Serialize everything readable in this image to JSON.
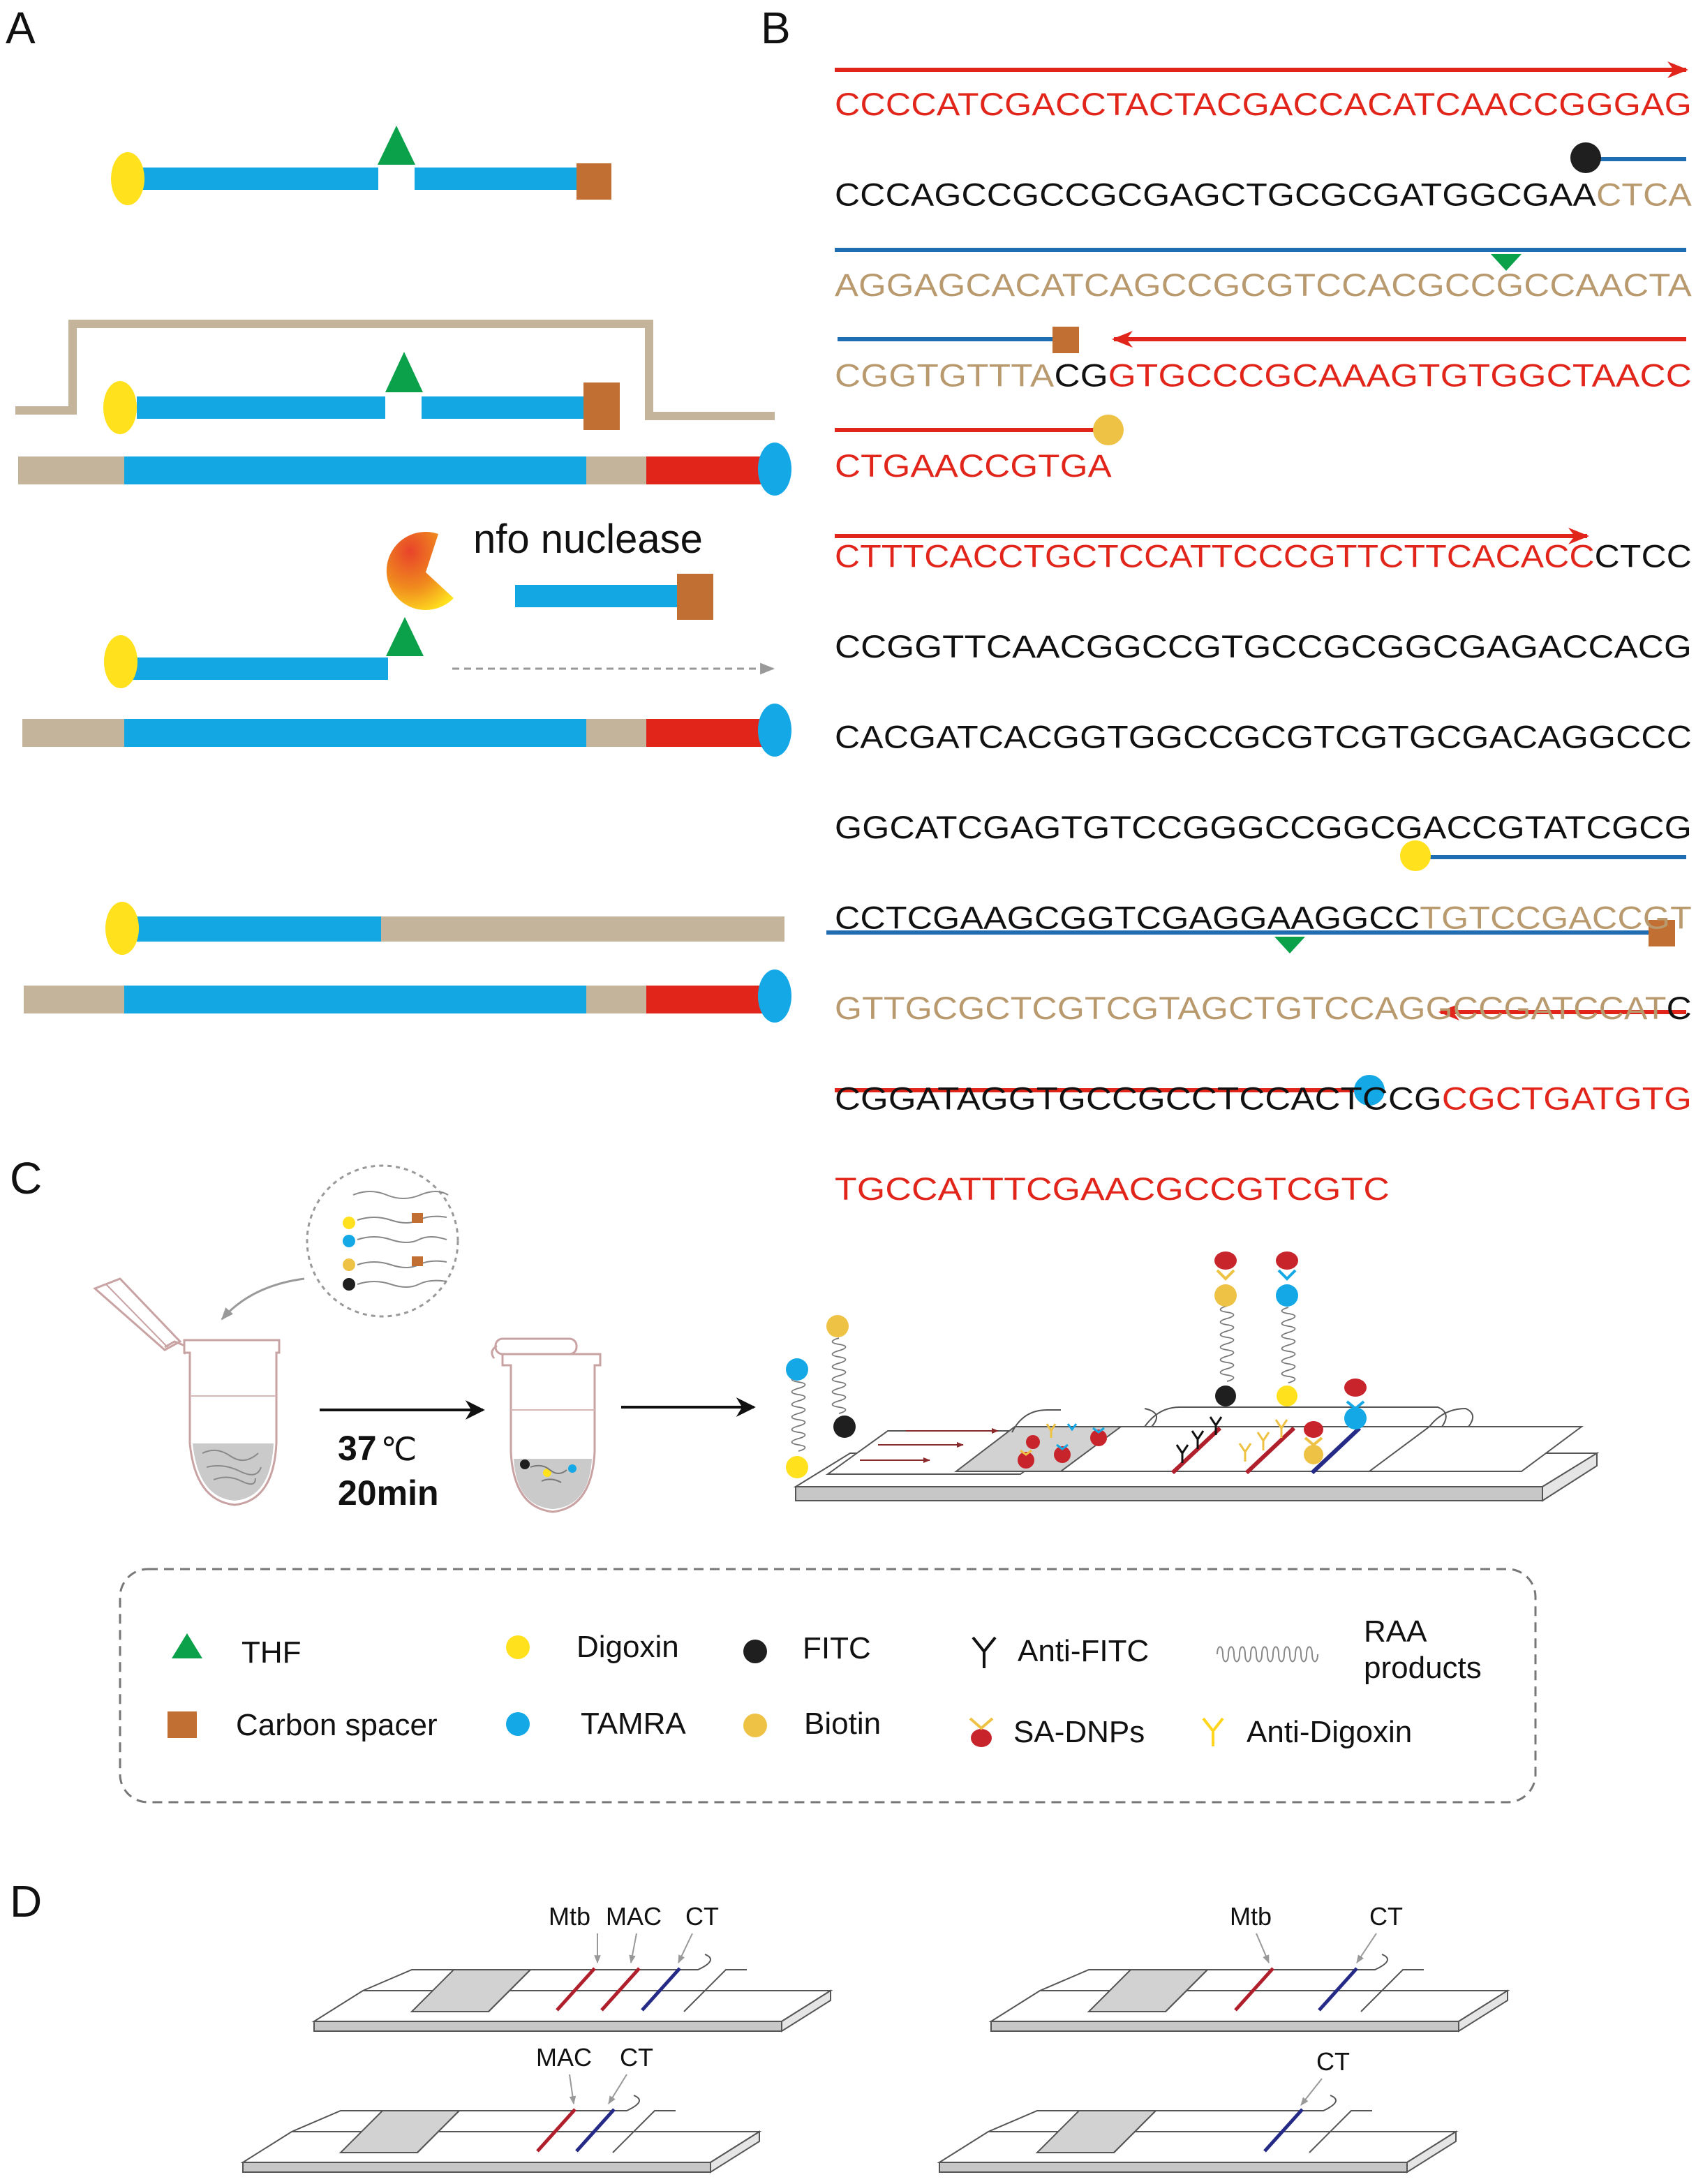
{
  "panels": {
    "a": "A",
    "b": "B",
    "c": "C",
    "d": "D"
  },
  "panel_a": {
    "enzyme_label": "nfo nuclease"
  },
  "panel_b": {
    "lines": [
      {
        "segments": [
          {
            "text": "CCCCATCGACCTACTACGACCACATCAACCGGGAG",
            "color": "red"
          }
        ]
      },
      {
        "segments": [
          {
            "text": "CCCAGCCGCCGCGAGCTGCGCGATGGCGAA",
            "color": "black"
          },
          {
            "text": "CTCA",
            "color": "tan"
          }
        ]
      },
      {
        "segments": [
          {
            "text": "AGGAGCACATCAGCCGCGTCCACGCCGCCAACTA",
            "color": "tan"
          }
        ]
      },
      {
        "segments": [
          {
            "text": "CGGTGTTTA",
            "color": "tan"
          },
          {
            "text": "CG",
            "color": "black"
          },
          {
            "text": "GTGCCCGCAAAGTGTGGCTAACC",
            "color": "red"
          }
        ]
      },
      {
        "segments": [
          {
            "text": "CTGAACCGTGA",
            "color": "red"
          }
        ]
      },
      {
        "segments": [
          {
            "text": "CTTTCACCTGCTCCATTCCCGTTCTTCACACC",
            "color": "red"
          },
          {
            "text": "CTCC",
            "color": "black"
          }
        ]
      },
      {
        "segments": [
          {
            "text": "CCGGTTCAACGGCCGTGCCGCGGCGAGACCACG",
            "color": "black"
          }
        ]
      },
      {
        "segments": [
          {
            "text": "CACGATCACGGTGGCCGCGTCGTGCGACAGGCCC",
            "color": "black"
          }
        ]
      },
      {
        "segments": [
          {
            "text": "GGCATCGAGTGTCCGGGCCGGCGACCGTATCGCG",
            "color": "black"
          }
        ]
      },
      {
        "segments": [
          {
            "text": "CCTCGAAGCGGTCGAGGAAGGCC",
            "color": "black"
          },
          {
            "text": "TGTCCGACCGT",
            "color": "tan"
          }
        ]
      },
      {
        "segments": [
          {
            "text": "GTTGCGCTCGTCGTAGCTGTCCAGGCCGATCCAT",
            "color": "tan"
          },
          {
            "text": "C",
            "color": "black"
          }
        ]
      },
      {
        "segments": [
          {
            "text": "CGGATAGGTGCCGCCTCCACTCCG",
            "color": "black"
          },
          {
            "text": "CGCTGATGTG",
            "color": "red"
          }
        ]
      },
      {
        "segments": [
          {
            "text": "TGCCATTTCGAACGCCGTCGTC",
            "color": "red"
          }
        ]
      }
    ]
  },
  "panel_c": {
    "temperature": "37",
    "temperature_unit": "℃",
    "time": "20min",
    "legend": {
      "thf": "THF",
      "carbon_spacer": "Carbon spacer",
      "digoxin": "Digoxin",
      "tamra": "TAMRA",
      "fitc": "FITC",
      "biotin": "Biotin",
      "anti_fitc": "Anti-FITC",
      "sa_dnps": "SA-DNPs",
      "raa_products_1": "RAA",
      "raa_products_2": "products",
      "anti_digoxin": "Anti-Digoxin"
    }
  },
  "panel_d": {
    "strip1": [
      "Mtb",
      "MAC",
      "CT"
    ],
    "strip2": [
      "Mtb",
      "CT"
    ],
    "strip3": [
      "MAC",
      "CT"
    ],
    "strip4": [
      "CT"
    ]
  },
  "colors": {
    "red": "#e1251b",
    "tan": "#b99a6e",
    "beige": "#c3b49b",
    "blue_probe": "#13a7e4",
    "navy_line": "#1f6eb4",
    "green_thf": "#0aa14a",
    "brown_spacer": "#c26f34",
    "yellow_digoxin": "#ffe11e",
    "tamra": "#14a9e6",
    "fitc": "#1f1f1f",
    "biotin": "#eec244",
    "dnp_red": "#c8242c",
    "test_line": "#b0202c",
    "control_line": "#242a86"
  }
}
